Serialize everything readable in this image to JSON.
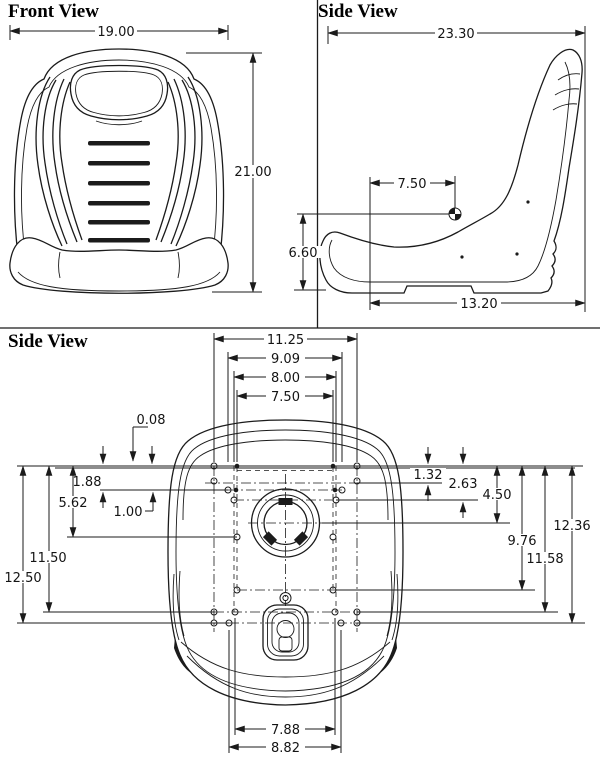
{
  "drawing": {
    "line_color": "#1b1b1b",
    "views": {
      "front": {
        "title": "Front View",
        "dims": {
          "width": "19.00",
          "height": "21.00"
        }
      },
      "side": {
        "title": "Side View",
        "dims": {
          "overall_depth": "23.30",
          "cg_offset": "7.50",
          "base_height": "6.60",
          "base_depth": "13.20"
        }
      },
      "bottom": {
        "title": "Side View",
        "dims": {
          "top": [
            "11.25",
            "9.09",
            "8.00",
            "7.50"
          ],
          "left": [
            "0.08",
            "1.88",
            "5.62",
            "1.00",
            "11.50",
            "12.50"
          ],
          "right": [
            "1.32",
            "2.63",
            "4.50",
            "9.76",
            "11.58",
            "12.36"
          ],
          "bottom": [
            "7.88",
            "8.82"
          ]
        }
      }
    }
  }
}
